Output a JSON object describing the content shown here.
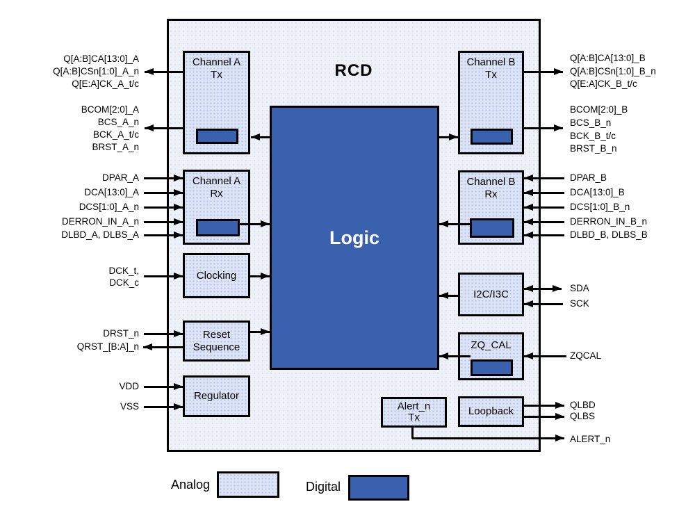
{
  "title": "RCD",
  "logic_label": "Logic",
  "legend": {
    "analog": "Analog",
    "digital": "Digital"
  },
  "blocks": {
    "channel_a_tx": {
      "line1": "Channel A",
      "line2": "Tx"
    },
    "channel_a_rx": {
      "line1": "Channel A",
      "line2": "Rx"
    },
    "clocking": {
      "line1": "Clocking"
    },
    "reset_sequence": {
      "line1": "Reset",
      "line2": "Sequence"
    },
    "regulator": {
      "line1": "Regulator"
    },
    "channel_b_tx": {
      "line1": "Channel B",
      "line2": "Tx"
    },
    "channel_b_rx": {
      "line1": "Channel B",
      "line2": "Rx"
    },
    "i2c_i3c": {
      "line1": "I2C/I3C"
    },
    "zq_cal": {
      "line1": "ZQ_CAL"
    },
    "loopback": {
      "line1": "Loopback"
    },
    "alert_n_tx": {
      "line1": "Alert_n",
      "line2": "Tx"
    }
  },
  "pins": {
    "left": {
      "qca_a": "Q[A:B]CA[13:0]_A",
      "qcsn_a": "Q[A:B]CSn[1:0]_A_n",
      "qck_a": "Q[E:A]CK_A_t/c",
      "bcom_a": "BCOM[2:0]_A",
      "bcs_a": "BCS_A_n",
      "bck_a": "BCK_A_t/c",
      "brst_a": "BRST_A_n",
      "dpar_a": "DPAR_A",
      "dca_a": "DCA[13:0]_A",
      "dcs_a": "DCS[1:0]_A_n",
      "derron_a": "DERRON_IN_A_n",
      "dlbd_a": "DLBD_A, DLBS_A",
      "dck_t": "DCK_t,",
      "dck_c": "DCK_c",
      "drst": "DRST_n",
      "qrst": "QRST_[B:A]_n",
      "vdd": "VDD",
      "vss": "VSS"
    },
    "right": {
      "qca_b": "Q[A:B]CA[13:0]_B",
      "qcsn_b": "Q[A:B]CSn[1:0]_B_n",
      "qck_b": "Q[E:A]CK_B_t/c",
      "bcom_b": "BCOM[2:0]_B",
      "bcs_b": "BCS_B_n",
      "bck_b": "BCK_B_t/c",
      "brst_b": "BRST_B_n",
      "dpar_b": "DPAR_B",
      "dca_b": "DCA[13:0]_B",
      "dcs_b": "DCS[1:0]_B_n",
      "derron_b": "DERRON_IN_B_n",
      "dlbd_b": "DLBD_B, DLBS_B",
      "sda": "SDA",
      "sck": "SCK",
      "zqcal": "ZQCAL",
      "qlbd": "QLBD",
      "qlbs": "QLBS",
      "alert_n": "ALERT_n"
    }
  },
  "colors": {
    "analog_fill": "#dde4f6",
    "digital_fill": "#3a61ae",
    "outer_fill": "#eef1f8",
    "line": "#000000"
  }
}
